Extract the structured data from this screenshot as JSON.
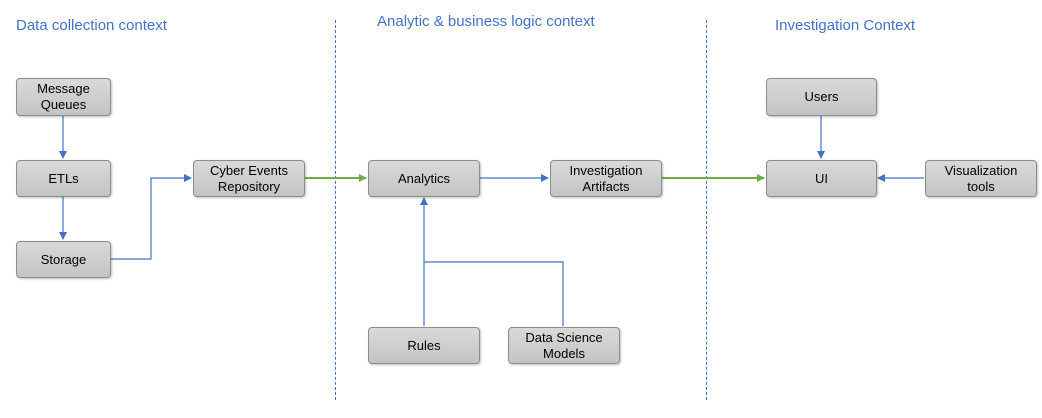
{
  "sections": {
    "data_collection": "Data collection context",
    "analytic": "Analytic & business logic context",
    "investigation": "Investigation Context"
  },
  "nodes": {
    "message_queues": "Message\nQueues",
    "etls": "ETLs",
    "storage": "Storage",
    "cyber_events_repository": "Cyber Events\nRepository",
    "analytics": "Analytics",
    "investigation_artifacts": "Investigation\nArtifacts",
    "rules": "Rules",
    "data_science_models": "Data Science\nModels",
    "users": "Users",
    "ui": "UI",
    "visualization_tools": "Visualization\ntools"
  },
  "colors": {
    "section_title": "#4472c4",
    "arrow_blue": "#4472c4",
    "arrow_green": "#70ad47",
    "box_border": "#8c8c8c"
  }
}
